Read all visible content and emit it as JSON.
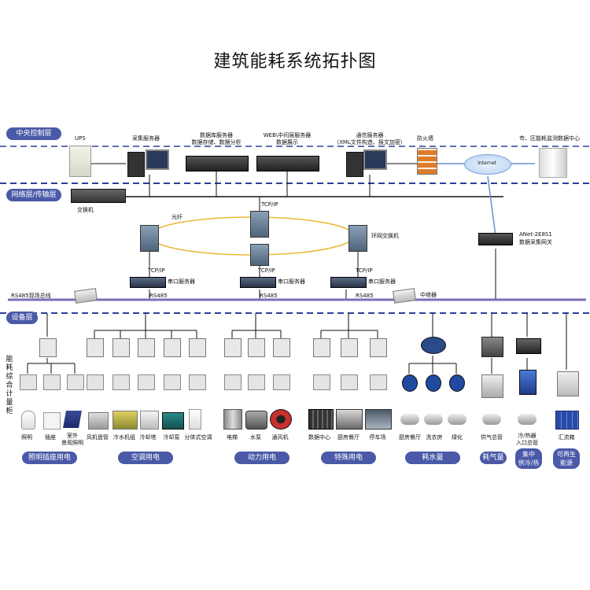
{
  "title": "建筑能耗系统拓扑图",
  "layers": {
    "central": "中央控制层",
    "network": "网络层/传输层",
    "device": "设备层"
  },
  "central_nodes": {
    "ups": "UPS",
    "collect_server": "采集服务器",
    "db_server_line1": "数据库服务器",
    "db_server_line2": "数据存储、数据分析",
    "web_server_line1": "WEB\\中间层服务器",
    "web_server_line2": "数据展示",
    "comm_server_line1": "通信服务器",
    "comm_server_line2": "（XML文件构造、报文加密）",
    "firewall": "防火墙",
    "internet": "Internet",
    "city_center": "市、区能耗监测数据中心"
  },
  "network_nodes": {
    "switch": "交换机",
    "tcpip_top": "TCP/IP",
    "fiber": "光纤",
    "ring_switch": "环网交换机",
    "gateway_line1": "ANet-2E8S1",
    "gateway_line2": "数据采集网关",
    "tcpip": "TCP/IP",
    "serial_server": "串口服务器",
    "rs485": "RS485",
    "rs485_bus": "RS485现场总线",
    "repeater": "中继器"
  },
  "cabinet_label": "能耗综合计量柜",
  "device_labels": {
    "lighting": "照明",
    "socket": "插座",
    "outdoor_lighting_line1": "室外",
    "outdoor_lighting_line2": "景观照明",
    "fan_coil": "风机盘管",
    "chiller": "冷水机组",
    "cooling_tower": "冷却塔",
    "cooling_pump": "冷却泵",
    "split_ac": "分体式空调",
    "elevator": "电梯",
    "water_pump": "水泵",
    "ventilator": "通风机",
    "data_center": "数据中心",
    "kitchen": "厨房餐厅",
    "parking": "停车场",
    "kitchen_water": "厨房餐厅",
    "laundry": "洗衣房",
    "greening": "绿化",
    "gas_main": "供气总管",
    "hot_cold_line1": "冷/热器",
    "hot_cold_line2": "入口总管",
    "busbar": "汇流箱"
  },
  "categories": {
    "lighting_socket": "照明插座用电",
    "hvac": "空调用电",
    "power": "动力用电",
    "special": "特殊用电",
    "water": "耗水量",
    "gas": "耗气量",
    "central_hc_line1": "集中",
    "central_hc_line2": "供冷/热",
    "renewable_line1": "可再生",
    "renewable_line2": "能源"
  },
  "colors": {
    "layer_pill": "#4a5aa8",
    "bus_line": "#7b6fb8",
    "dashed_line": "#2e3f96",
    "fiber_ring": "#e8b830",
    "gateway_link": "#6a8fd0"
  }
}
